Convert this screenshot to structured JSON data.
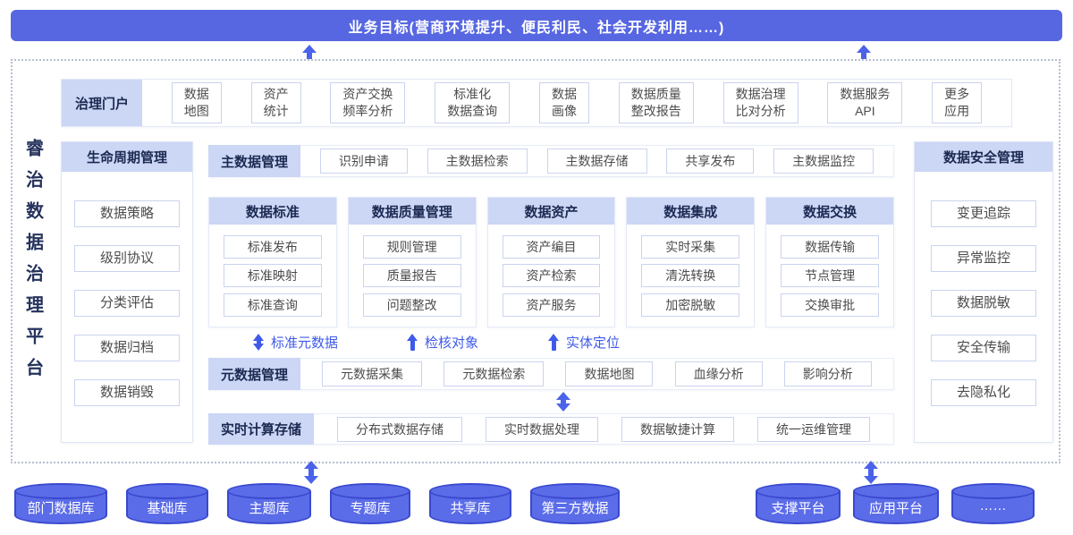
{
  "banner": {
    "title": "业务目标(营商环境提升、便民利民、社会开发利用……)"
  },
  "platform_title": "睿治数据治理平台",
  "colors": {
    "primary_blue": "#5767e2",
    "cylinder_fill": "#5b6ce8",
    "cylinder_border": "#3a49cf",
    "header_bg": "#ccd6f5",
    "navy_text": "#1c2a52",
    "arrow_blue": "#4a63ea",
    "annotation_blue": "#3f5ae9"
  },
  "portal": {
    "label": "治理门户",
    "items": [
      {
        "line1": "数据",
        "line2": "地图"
      },
      {
        "line1": "资产",
        "line2": "统计"
      },
      {
        "line1": "资产交换",
        "line2": "频率分析"
      },
      {
        "line1": "标准化",
        "line2": "数据查询"
      },
      {
        "line1": "数据",
        "line2": "画像"
      },
      {
        "line1": "数据质量",
        "line2": "整改报告"
      },
      {
        "line1": "数据治理",
        "line2": "比对分析"
      },
      {
        "line1": "数据服务",
        "line2": "API"
      },
      {
        "line1": "更多",
        "line2": "应用"
      }
    ]
  },
  "lifecycle": {
    "title": "生命周期管理",
    "items": [
      "数据策略",
      "级别协议",
      "分类评估",
      "数据归档",
      "数据销毁"
    ]
  },
  "security": {
    "title": "数据安全管理",
    "items": [
      "变更追踪",
      "异常监控",
      "数据脱敏",
      "安全传输",
      "去隐私化"
    ]
  },
  "master_data": {
    "label": "主数据管理",
    "items": [
      "识别申请",
      "主数据检索",
      "主数据存储",
      "共享发布",
      "主数据监控"
    ]
  },
  "capability_columns": [
    {
      "title": "数据标准",
      "items": [
        "标准发布",
        "标准映射",
        "标准查询"
      ]
    },
    {
      "title": "数据质量管理",
      "items": [
        "规则管理",
        "质量报告",
        "问题整改"
      ]
    },
    {
      "title": "数据资产",
      "items": [
        "资产编目",
        "资产检索",
        "资产服务"
      ]
    },
    {
      "title": "数据集成",
      "items": [
        "实时采集",
        "清洗转换",
        "加密脱敏"
      ]
    },
    {
      "title": "数据交换",
      "items": [
        "数据传输",
        "节点管理",
        "交换审批"
      ]
    }
  ],
  "annotations": [
    {
      "label": "标准元数据",
      "arrow": "double"
    },
    {
      "label": "检核对象",
      "arrow": "up"
    },
    {
      "label": "实体定位",
      "arrow": "up"
    }
  ],
  "metadata": {
    "label": "元数据管理",
    "items": [
      "元数据采集",
      "元数据检索",
      "数据地图",
      "血缘分析",
      "影响分析"
    ]
  },
  "realtime": {
    "label": "实时计算存储",
    "items": [
      "分布式数据存储",
      "实时数据处理",
      "数据敏捷计算",
      "统一运维管理"
    ]
  },
  "datasources": [
    "部门数据库",
    "基础库",
    "主题库",
    "专题库",
    "共享库",
    "第三方数据"
  ],
  "platforms": [
    "支撑平台",
    "应用平台",
    "……"
  ]
}
